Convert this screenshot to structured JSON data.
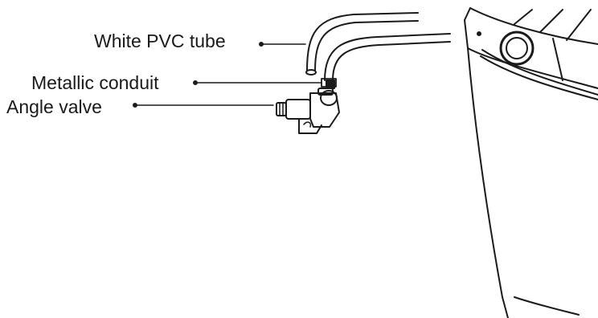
{
  "labels": {
    "white_pvc_tube": "White PVC tube",
    "metallic_conduit": "Metallic conduit",
    "angle_valve": "Angle valve"
  },
  "colors": {
    "line": "#1a1a1a",
    "background": "#ffffff"
  }
}
